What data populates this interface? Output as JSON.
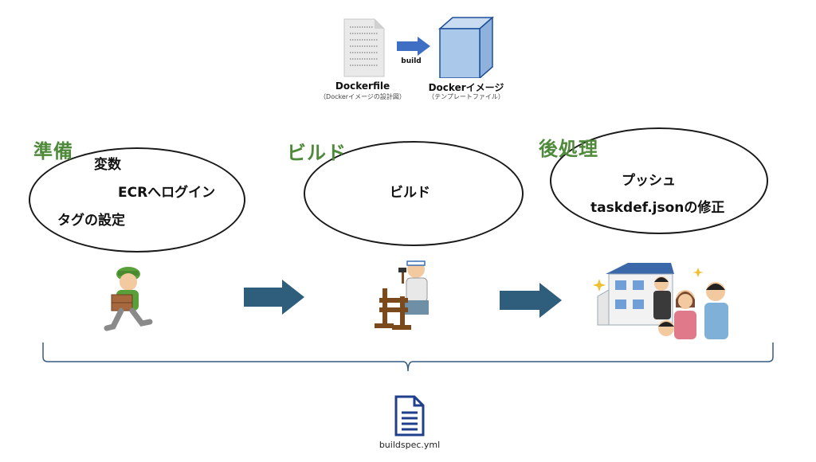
{
  "top": {
    "dockerfile_label": "Dockerfile",
    "dockerfile_sub": "（Dockerイメージの設計図）",
    "build_label": "build",
    "image_label": "Dockerイメージ",
    "image_sub": "（テンプレートファイル）"
  },
  "stages": [
    {
      "title": "準備",
      "items": [
        "変数",
        "ECRへログイン",
        "タグの設定"
      ]
    },
    {
      "title": "ビルド",
      "items": [
        "ビルド"
      ]
    },
    {
      "title": "後処理",
      "items": [
        "プッシュ",
        "taskdef.jsonの修正"
      ]
    }
  ],
  "bottom": {
    "file_label": "buildspec.yml"
  },
  "colors": {
    "stage_title": "#4e8a3a",
    "arrow": "#2f5d7c",
    "doc_icon": "#1f3f8c",
    "cube": "#a9c8ea"
  }
}
